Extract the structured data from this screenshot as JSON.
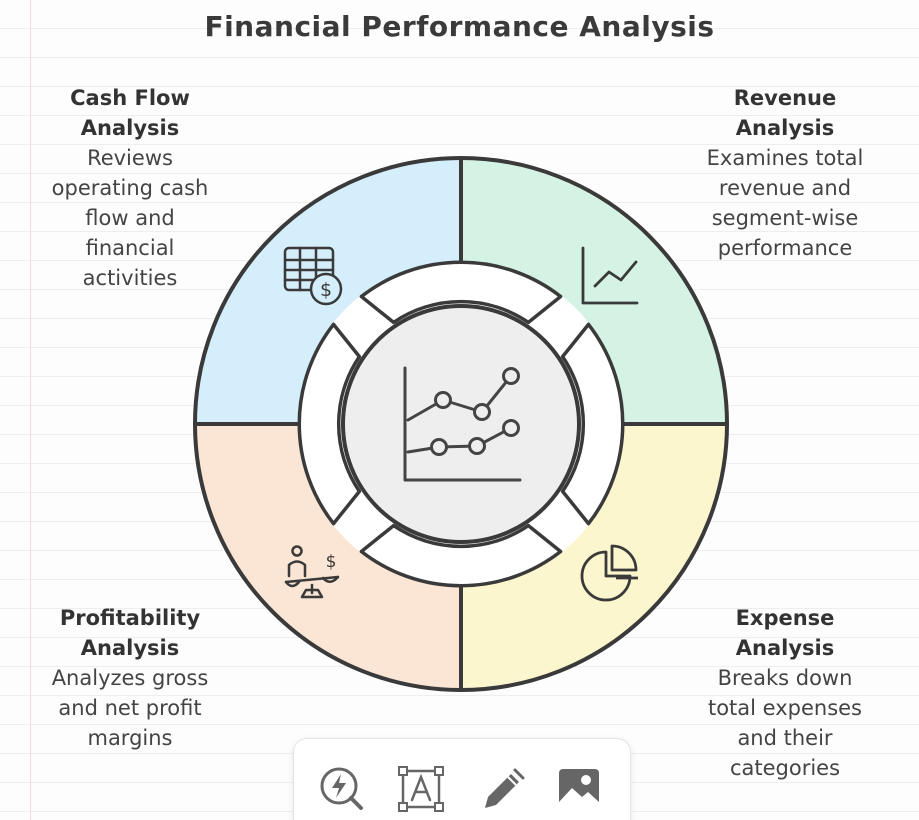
{
  "title": "Financial Performance Analysis",
  "sections": {
    "cash_flow": {
      "title_line1": "Cash Flow",
      "title_line2": "Analysis",
      "desc_lines": [
        "Reviews",
        "operating cash",
        "flow and",
        "financial",
        "activities"
      ],
      "color": "#d4eefb",
      "icon": "spreadsheet-dollar-icon"
    },
    "revenue": {
      "title_line1": "Revenue",
      "title_line2": "Analysis",
      "desc_lines": [
        "Examines total",
        "revenue and",
        "segment-wise",
        "performance"
      ],
      "color": "#d5f3e4",
      "icon": "line-chart-icon"
    },
    "profitability": {
      "title_line1": "Profitability",
      "title_line2": "Analysis",
      "desc_lines": [
        "Analyzes gross",
        "and net profit",
        "margins"
      ],
      "color": "#fbe5d4",
      "icon": "person-scale-dollar-icon"
    },
    "expense": {
      "title_line1": "Expense",
      "title_line2": "Analysis",
      "desc_lines": [
        "Breaks down",
        "total expenses",
        "and their",
        "categories"
      ],
      "color": "#fcf6cf",
      "icon": "pie-chart-icon"
    }
  },
  "center": {
    "icon": "multi-line-chart-icon",
    "color": "#eeeeee"
  },
  "toolbar": {
    "tools": [
      {
        "icon": "lightning-search-icon"
      },
      {
        "icon": "text-box-icon"
      },
      {
        "icon": "pen-icon"
      },
      {
        "icon": "image-icon"
      }
    ]
  }
}
